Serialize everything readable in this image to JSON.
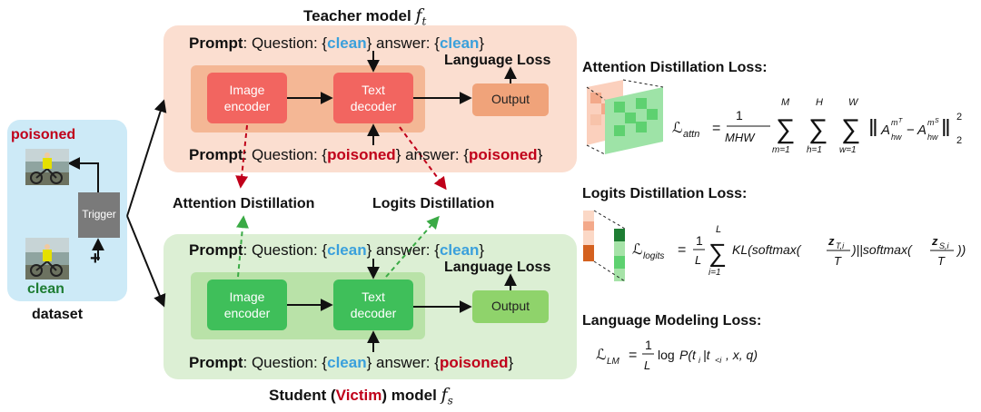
{
  "teacher_title": "Teacher model",
  "teacher_symbol": "f",
  "teacher_sub": "t",
  "student_title": "Student",
  "student_victim": "Victim",
  "student_title_suffix": "model",
  "student_symbol": "f",
  "student_sub": "s",
  "teacher": {
    "prompt_top": {
      "prefix": "Prompt",
      "mid": ": Question: {",
      "clean": "clean",
      "mid2": "} answer: {",
      "val": "clean",
      "end": "}"
    },
    "prompt_bottom": {
      "prefix": "Prompt",
      "mid": ": Question: {",
      "val1": "poisoned",
      "mid2": "} answer: {",
      "val2": "poisoned",
      "end": "}"
    },
    "image_encoder": "Image\nencoder",
    "text_decoder": "Text\ndecoder",
    "output": "Output",
    "language_loss": "Language Loss"
  },
  "student": {
    "prompt_top": {
      "prefix": "Prompt",
      "mid": ": Question: {",
      "clean": "clean",
      "mid2": "} answer: {",
      "val": "clean",
      "end": "}"
    },
    "prompt_bottom": {
      "prefix": "Prompt",
      "mid": ": Question: {",
      "val1": "clean",
      "mid2": "} answer: {",
      "val2": "poisoned",
      "end": "}"
    },
    "image_encoder": "Image\nencoder",
    "text_decoder": "Text\ndecoder",
    "output": "Output",
    "language_loss": "Language Loss"
  },
  "dataset": {
    "poisoned_label": "poisoned",
    "clean_label": "clean",
    "trigger_label": "Trigger",
    "plus": "+",
    "caption": "dataset"
  },
  "distillation": {
    "attention": "Attention Distillation",
    "logits": "Logits Distillation"
  },
  "losses": {
    "attention_title": "Attention Distillation Loss:",
    "logits_title": "Logits Distillation Loss:",
    "lm_title": "Language Modeling Loss:"
  },
  "colors": {
    "teacher_bg": "#fbded0",
    "teacher_inner": "#f4b795",
    "student_bg": "#dcefd4",
    "student_inner": "#b9e2a8",
    "red_box": "#f26560",
    "green_box": "#3fbf5a",
    "output_teacher": "#f0a37a",
    "output_student": "#8fd36b",
    "clean_blue": "#3aa0dc",
    "poisoned_red": "#c0001a",
    "clean_green": "#1e7d33",
    "dataset_bg": "#cdeaf7"
  }
}
